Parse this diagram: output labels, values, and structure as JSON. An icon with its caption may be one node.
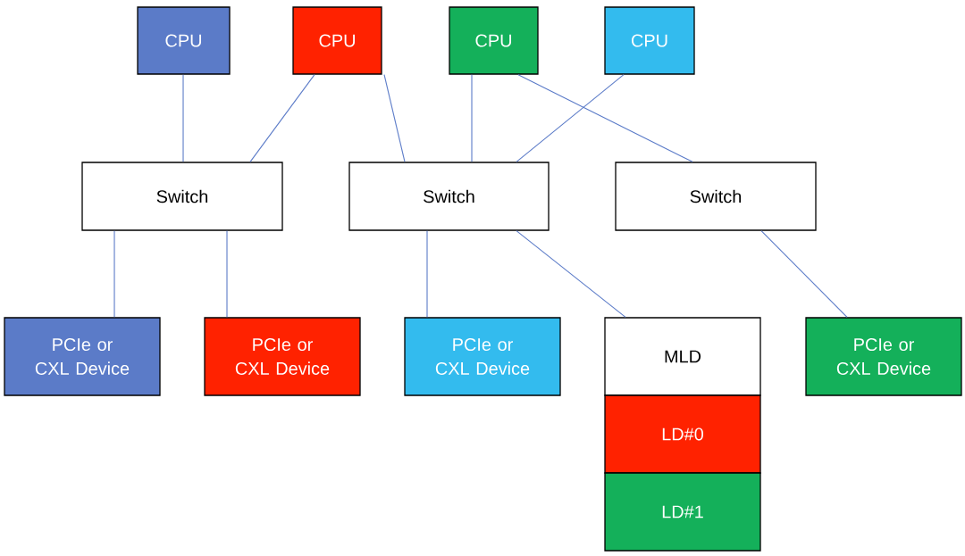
{
  "diagram": {
    "nodes": [
      {
        "text": [
          "CPU"
        ]
      },
      {
        "text": [
          "CPU"
        ]
      },
      {
        "text": [
          "CPU"
        ]
      },
      {
        "text": [
          "CPU"
        ]
      },
      {
        "text": [
          "Switch"
        ]
      },
      {
        "text": [
          "Switch"
        ]
      },
      {
        "text": [
          "Switch"
        ]
      },
      {
        "text": [
          "PCIe or CXL Device"
        ]
      },
      {
        "text": [
          "PCIe or CXL Device"
        ]
      },
      {
        "text": [
          "PCIe or CXL Device"
        ]
      },
      {
        "text": [
          "MLD"
        ]
      },
      {
        "text": [
          "LD#0"
        ]
      },
      {
        "text": [
          "LD#1"
        ]
      },
      {
        "text": [
          "PCIe or CXL Device"
        ]
      }
    ],
    "edges": [
      {
        "from": 0,
        "to": 4,
        "arrow": "none"
      },
      {
        "from": 1,
        "to": 4,
        "arrow": "none"
      },
      {
        "from": 1,
        "to": 5,
        "arrow": "none"
      },
      {
        "from": 2,
        "to": 5,
        "arrow": "none"
      },
      {
        "from": 2,
        "to": 6,
        "arrow": "none"
      },
      {
        "from": 3,
        "to": 5,
        "arrow": "none"
      },
      {
        "from": 4,
        "to": 7,
        "arrow": "none"
      },
      {
        "from": 4,
        "to": 8,
        "arrow": "none"
      },
      {
        "from": 5,
        "to": 9,
        "arrow": "none"
      },
      {
        "from": 5,
        "to": 10,
        "arrow": "none"
      },
      {
        "from": 6,
        "to": 13,
        "arrow": "none"
      }
    ]
  }
}
